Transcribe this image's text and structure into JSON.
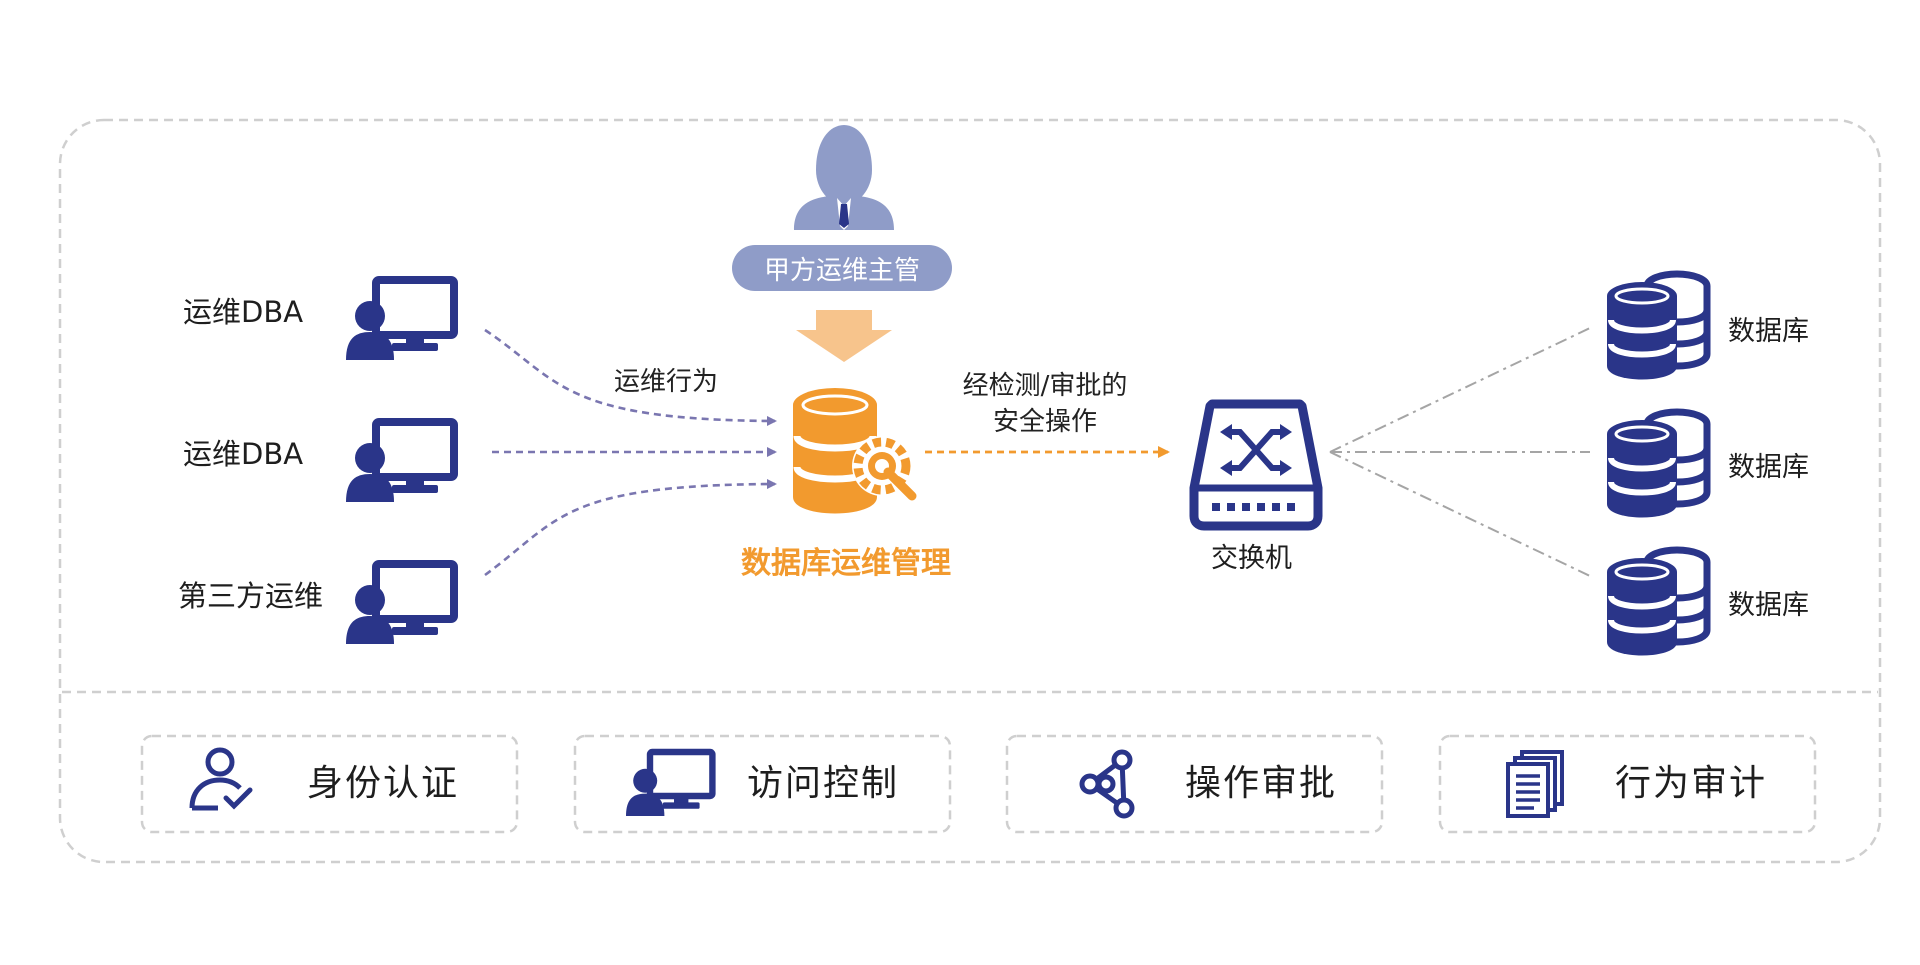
{
  "users": [
    {
      "label": "运维DBA"
    },
    {
      "label": "运维DBA"
    },
    {
      "label": "第三方运维"
    }
  ],
  "supervisor": {
    "label": "甲方运维主管"
  },
  "flows": {
    "ops_behavior": "运维行为",
    "approved_line1": "经检测/审批的",
    "approved_line2": "安全操作"
  },
  "core": {
    "label": "数据库运维管理"
  },
  "switch": {
    "label": "交换机"
  },
  "databases": [
    {
      "label": "数据库"
    },
    {
      "label": "数据库"
    },
    {
      "label": "数据库"
    }
  ],
  "features": [
    {
      "label": "身份认证",
      "icon": "user-check-icon"
    },
    {
      "label": "访问控制",
      "icon": "user-monitor-icon"
    },
    {
      "label": "操作审批",
      "icon": "nodes-icon"
    },
    {
      "label": "行为审计",
      "icon": "documents-icon"
    }
  ],
  "colors": {
    "navy": "#2a3589",
    "orange": "#f29a2e",
    "light_orange": "#f7c48c",
    "lavender": "#8f9cc8",
    "dashed_purple": "#7a76b0",
    "border_gray": "#cfcfcf"
  }
}
